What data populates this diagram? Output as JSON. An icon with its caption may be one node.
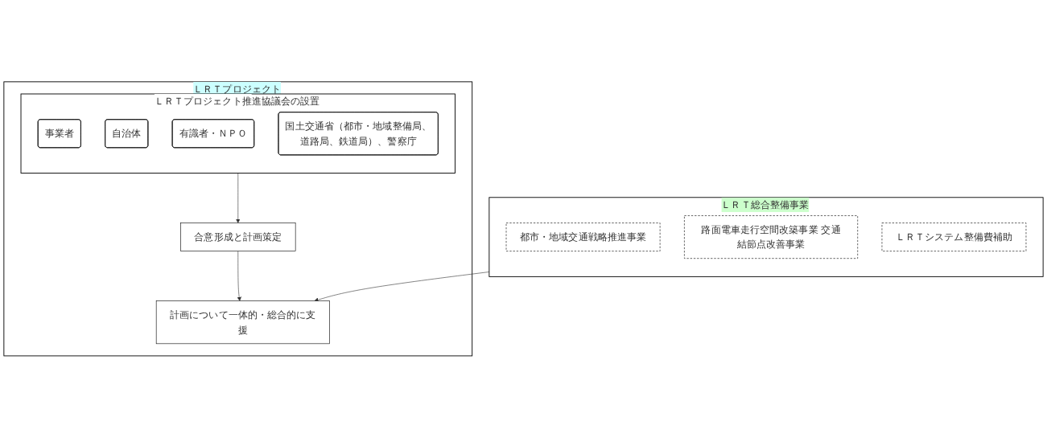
{
  "diagram": {
    "nodes": [
      {
        "text": [
          "ＬＲＴ総合整備事業"
        ]
      },
      {
        "text": [
          "都市・地域交通戦略推進事業"
        ],
        "in": 0
      },
      {
        "text": [
          "路面電車走行空間改築事業 交通結節点改善事業"
        ],
        "in": 0
      },
      {
        "text": [
          "ＬＲＴシステム整備費補助"
        ],
        "in": 0
      },
      {
        "text": [
          "ＬＲＴプロジェクト"
        ]
      },
      {
        "text": [
          "ＬＲＴプロジェクト推進協議会の設置"
        ],
        "in": 4
      },
      {
        "text": [
          "事業者"
        ],
        "in": 5
      },
      {
        "text": [
          "自治体"
        ],
        "in": 5
      },
      {
        "text": [
          "有識者・ＮＰＯ"
        ],
        "in": 5
      },
      {
        "text": [
          "国土交通省（都市・地域整備局、道路局、鉄道局）、警察庁"
        ],
        "in": 5
      },
      {
        "text": [
          "合意形成と計画策定"
        ],
        "in": 4
      },
      {
        "text": [
          "計画について一体的・総合的に支援"
        ],
        "in": 4
      }
    ],
    "edges": [
      {
        "from": 5,
        "to": 10,
        "arrow": "to"
      },
      {
        "from": 10,
        "to": 11,
        "arrow": "to"
      },
      {
        "from": 0,
        "to": 11,
        "arrow": "to"
      }
    ]
  }
}
